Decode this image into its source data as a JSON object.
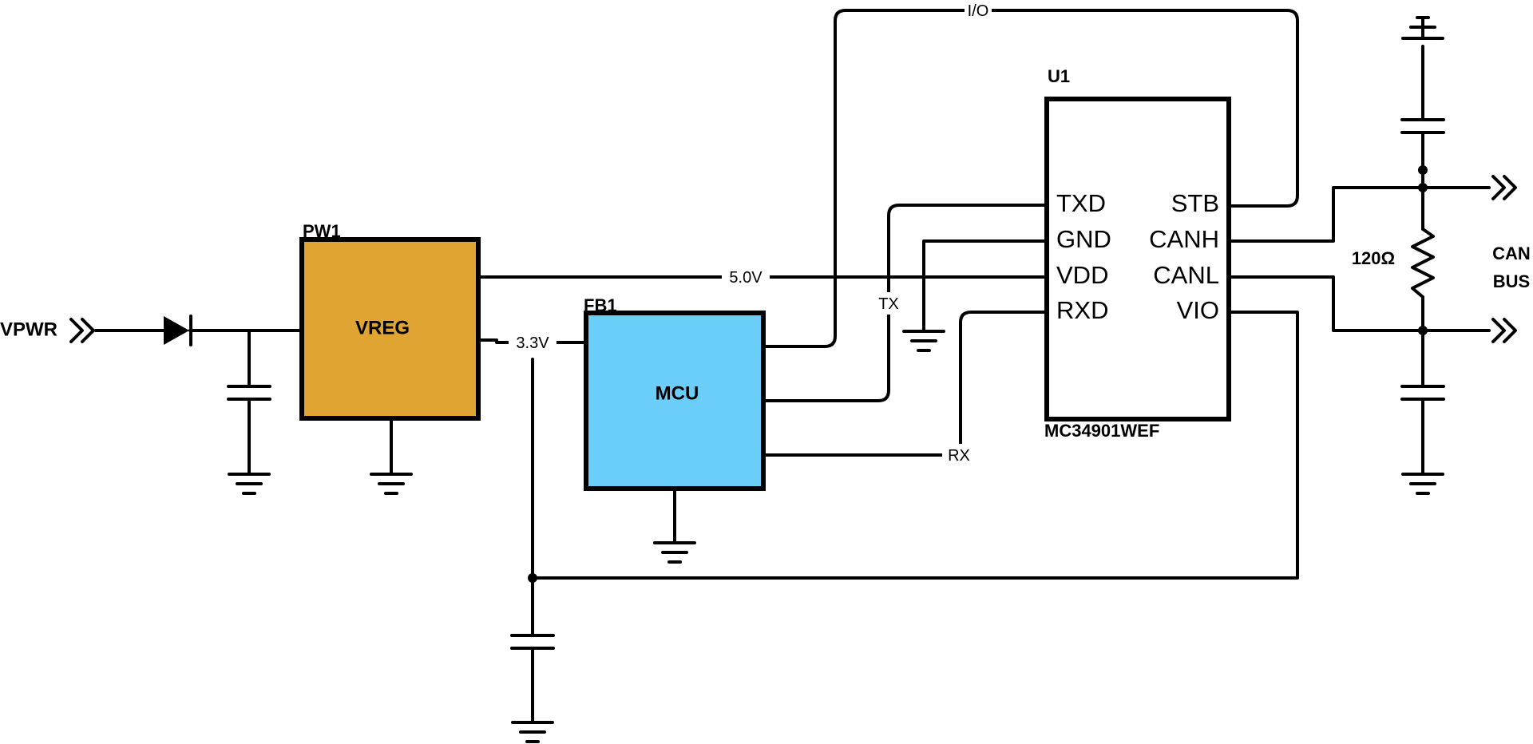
{
  "colors": {
    "vreg_fill": "#DFA432",
    "mcu_fill": "#6ACEF9",
    "chip_fill": "#FFFFFF",
    "wire": "#000000",
    "background": "#FFFFFF"
  },
  "components": {
    "vreg": {
      "designator": "PW1",
      "name": "VREG"
    },
    "mcu": {
      "designator": "FB1",
      "name": "MCU"
    },
    "transceiver": {
      "designator": "U1",
      "part_number": "MC34901WEF",
      "left_pins": [
        "TXD",
        "GND",
        "VDD",
        "RXD"
      ],
      "right_pins": [
        "STB",
        "CANH",
        "CANL",
        "VIO"
      ]
    },
    "termination_resistor": {
      "value": "120Ω"
    }
  },
  "ports": {
    "input": "VPWR",
    "output_line1": "CAN",
    "output_line2": "BUS"
  },
  "nets": {
    "v5": "5.0V",
    "v33": "3.3V",
    "io": "I/O",
    "tx": "TX",
    "rx": "RX"
  },
  "icons": [
    "diode-icon",
    "capacitor-icon",
    "ground-icon",
    "resistor-icon",
    "port-arrow-icon",
    "junction-dot-icon"
  ]
}
